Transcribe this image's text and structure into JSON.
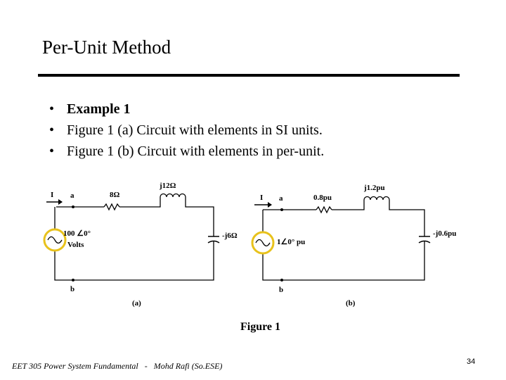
{
  "slide": {
    "title": "Per-Unit Method",
    "bullets": [
      "Example 1",
      "Figure 1 (a) Circuit with elements in SI units.",
      "Figure 1 (b) Circuit with elements in per-unit."
    ],
    "bullet_symbol": "•",
    "figure_caption": "Figure 1",
    "footer_course": "EET 305 Power System Fundamental",
    "footer_separator": "-",
    "footer_author": "Mohd Rafi (So.ESE)",
    "page_number": "34"
  },
  "circuit_a": {
    "current": "I",
    "node_top": "a",
    "node_bottom": "b",
    "resistor": "8Ω",
    "inductor": "j12Ω",
    "capacitor": "-j6Ω",
    "source_line1": "100 ∠0°",
    "source_line2": "Volts",
    "label": "(a)"
  },
  "circuit_b": {
    "current": "I",
    "node_top": "a",
    "node_bottom": "b",
    "resistor": "0.8pu",
    "inductor": "j1.2pu",
    "capacitor": "-j0.6pu",
    "source": "1∠0° pu",
    "label": "(b)"
  },
  "colors": {
    "source_ring": "#e8c21c",
    "wire": "#000000",
    "rule": "#000000"
  }
}
